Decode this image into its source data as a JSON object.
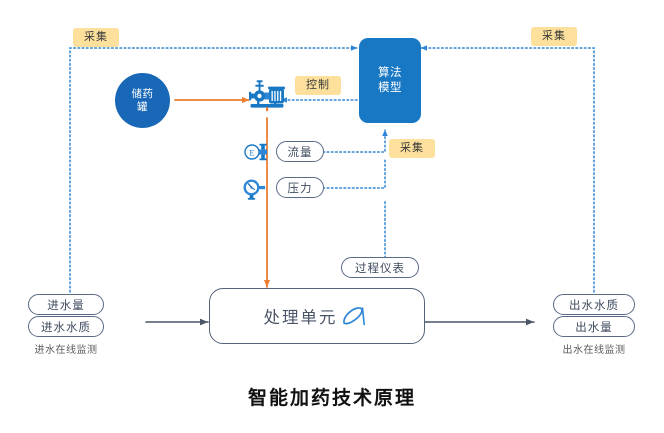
{
  "diagram": {
    "title": "智能加药技术原理",
    "colors": {
      "tag_fill": "#FCE09B",
      "model_fill": "#1878C4",
      "tank_fill": "#1868B7",
      "dotted_line": "#2E86D6",
      "chemical_line": "#ED7D31",
      "water_line": "#4A5568",
      "pill_border": "#5A6B86",
      "process_border": "#55637A"
    },
    "tags": {
      "collect_left": "采集",
      "collect_right": "采集",
      "collect_middle": "采集",
      "control": "控制"
    },
    "nodes": {
      "tank": {
        "line1": "储药",
        "line2": "罐"
      },
      "model": {
        "line1": "算法",
        "line2": "模型"
      },
      "flow_meter": "流量",
      "pressure_meter": "压力",
      "process_instrument": "过程仪表",
      "process_unit": "处理单元"
    },
    "inlet": {
      "items": [
        "进水量",
        "进水水质"
      ],
      "caption": "进水在线监测"
    },
    "outlet": {
      "items": [
        "出水水质",
        "出水量"
      ],
      "caption": "出水在线监测"
    },
    "icons": {
      "pump": "dosing-pump-icon",
      "flow": "flow-sensor-icon",
      "pressure": "pressure-gauge-icon",
      "process_mark": "handwritten-check-mark-icon"
    }
  }
}
